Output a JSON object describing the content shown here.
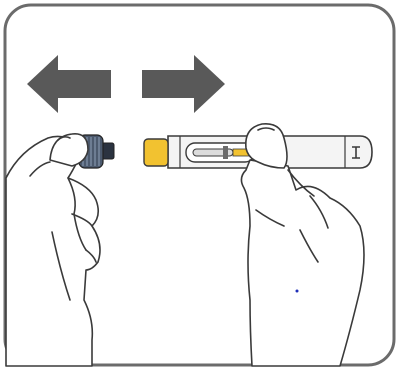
{
  "figure": {
    "description_free": true,
    "colors": {
      "frame_stroke": "#6b6b6b",
      "arrow_fill": "#595959",
      "line": "#3a3a3a",
      "skin_fill": "#ffffff",
      "pen_body": "#f4f4f4",
      "pen_window": "#dcdcdc",
      "cap_band": "#4c5a6e",
      "cap_core": "#2b3340",
      "yellow": "#f2c230",
      "dot": "#1f2fb8"
    },
    "icons": [
      "arrow-left-icon",
      "arrow-right-icon",
      "needle-cap",
      "injection-pen",
      "left-hand",
      "right-hand"
    ]
  }
}
